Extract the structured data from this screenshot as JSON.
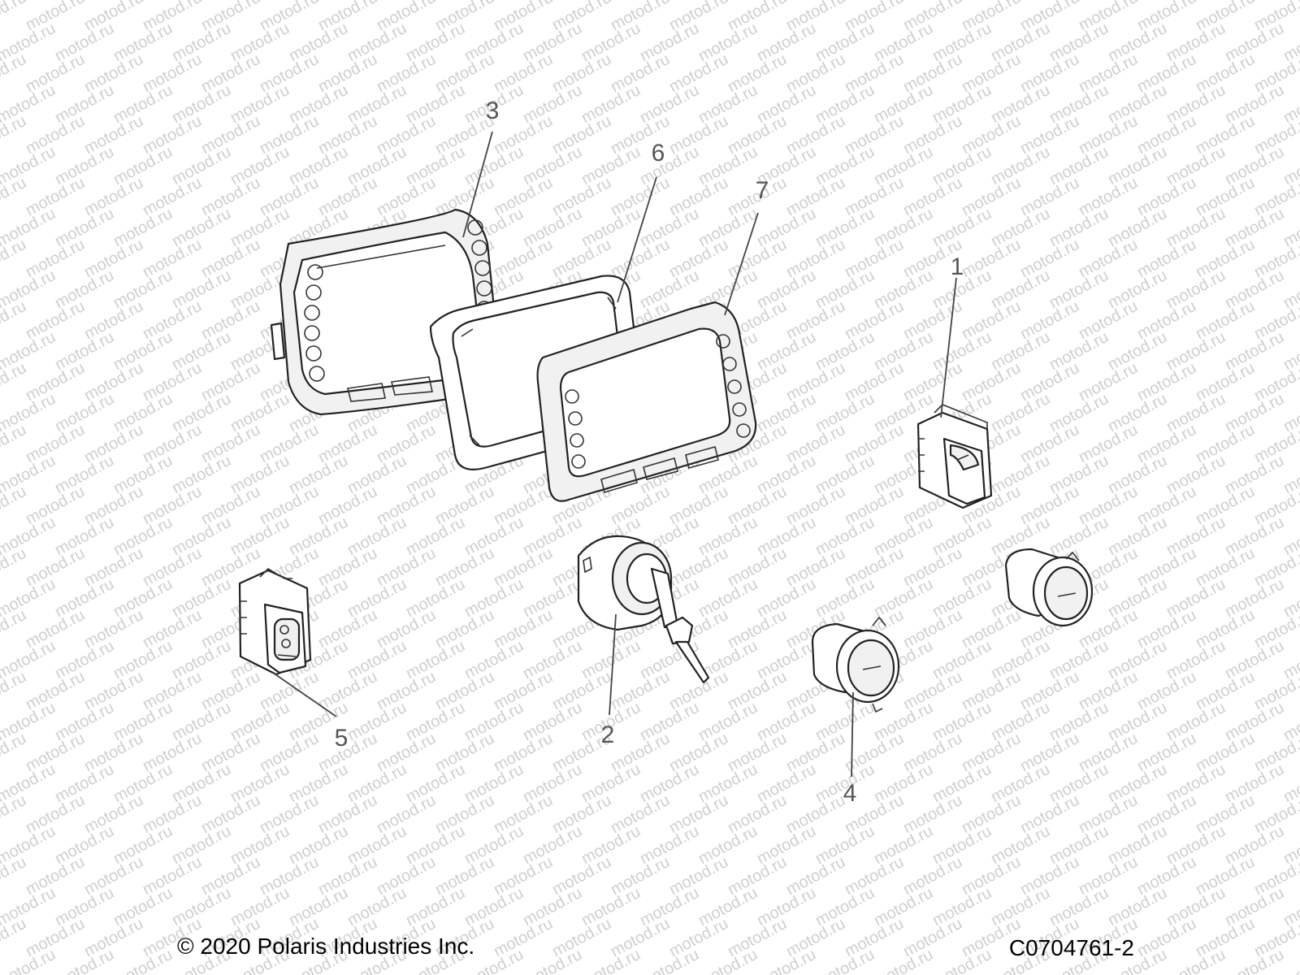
{
  "watermark": {
    "text": "motod.ru"
  },
  "callouts": [
    {
      "id": "1",
      "label": "1",
      "part": "horn rocker switch"
    },
    {
      "id": "2",
      "label": "2",
      "part": "ignition switch with key"
    },
    {
      "id": "3",
      "label": "3",
      "part": "instrument display"
    },
    {
      "id": "4",
      "label": "4",
      "part": "power outlet"
    },
    {
      "id": "5",
      "label": "5",
      "part": "rocker switch"
    },
    {
      "id": "6",
      "label": "6",
      "part": "display gasket"
    },
    {
      "id": "7",
      "label": "7",
      "part": "display bezel"
    }
  ],
  "footer": {
    "copyright": "© 2020 Polaris Industries Inc.",
    "diagram_code": "C0704761-2"
  }
}
